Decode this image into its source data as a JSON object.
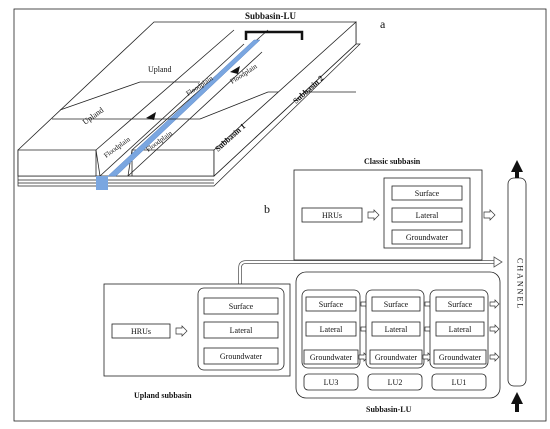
{
  "panel_a": {
    "label": "a",
    "bracket_label": "Subbasin-LU",
    "upland_1": "Upland",
    "upland_2": "Upland",
    "floodplain_1": "Floodplain",
    "floodplain_2": "Floodplain",
    "floodplain_3": "Floodplain",
    "floodplain_4": "Floodplain",
    "subbasin_1": "Subbasin 1",
    "subbasin_2": "Subbasin 2",
    "colors": {
      "channel": "#7aa6e0",
      "outline": "#222222"
    }
  },
  "panel_b": {
    "label": "b",
    "classic": {
      "title": "Classic subbasin",
      "hrus": "HRUs",
      "surface": "Surface",
      "lateral": "Lateral",
      "groundwater": "Groundwater"
    },
    "upland": {
      "title": "Upland subbasin",
      "hrus": "HRUs",
      "surface": "Surface",
      "lateral": "Lateral",
      "groundwater": "Groundwater"
    },
    "lu": {
      "title": "Subbasin-LU",
      "columns": [
        {
          "surface": "Surface",
          "lateral": "Lateral",
          "groundwater": "Groundwater",
          "name": "LU3"
        },
        {
          "surface": "Surface",
          "lateral": "Lateral",
          "groundwater": "Groundwater",
          "name": "LU2"
        },
        {
          "surface": "Surface",
          "lateral": "Lateral",
          "groundwater": "Groundwater",
          "name": "LU1"
        }
      ]
    },
    "channel": "CHANNEL"
  }
}
